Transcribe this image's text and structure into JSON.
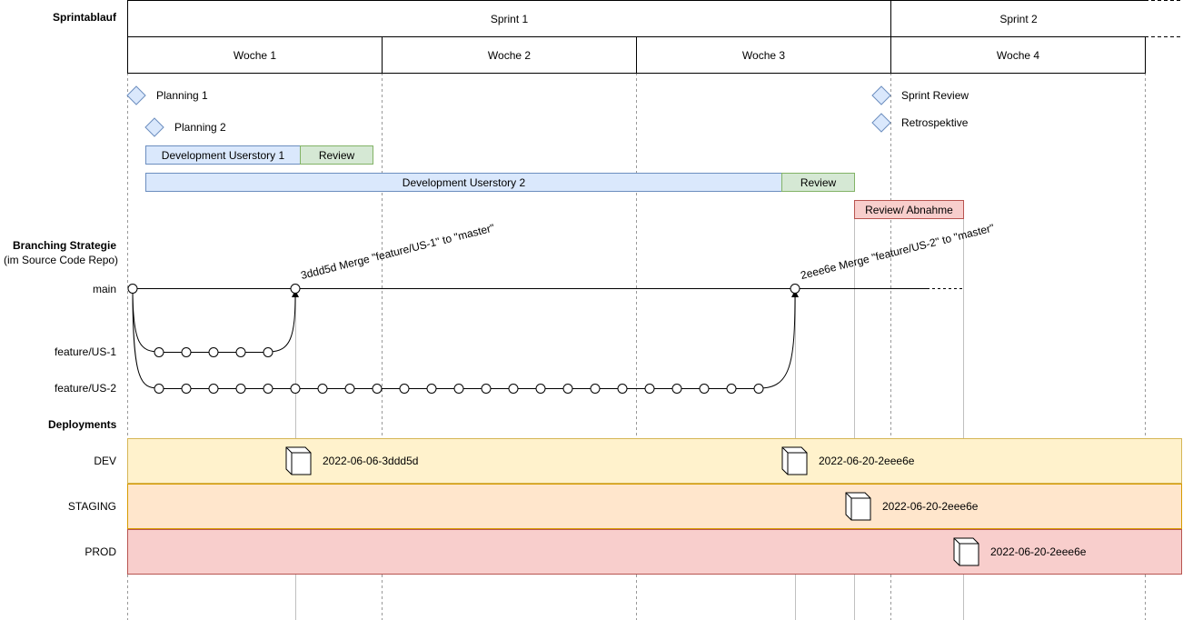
{
  "header": {
    "title": "Sprintablauf",
    "sprints": [
      "Sprint 1",
      "Sprint 2"
    ],
    "weeks": [
      "Woche 1",
      "Woche 2",
      "Woche 3",
      "Woche 4"
    ]
  },
  "events": {
    "planning1": "Planning 1",
    "planning2": "Planning 2",
    "sprint_review": "Sprint Review",
    "retro": "Retrospektive"
  },
  "tasks": {
    "dev_us1": "Development Userstory 1",
    "review1": "Review",
    "dev_us2": "Development Userstory 2",
    "review2": "Review",
    "abnahme": "Review/ Abnahme"
  },
  "branching": {
    "title": "Branching Strategie",
    "subtitle": "(im Source Code Repo)",
    "main": "main",
    "feature1": "feature/US-1",
    "feature2": "feature/US-2",
    "merge1": "3ddd5d Merge \"feature/US-1\" to \"master\"",
    "merge2": "2eee6e Merge \"feature/US-2\" to \"master\""
  },
  "deployments": {
    "title": "Deployments",
    "dev_label": "DEV",
    "staging_label": "STAGING",
    "prod_label": "PROD",
    "dev_deploy1": "2022-06-06-3ddd5d",
    "dev_deploy2": "2022-06-20-2eee6e",
    "staging_deploy": "2022-06-20-2eee6e",
    "prod_deploy": "2022-06-20-2eee6e",
    "colors": {
      "dev": "#fff2cc",
      "staging": "#ffe6cc",
      "prod": "#f8cecc"
    }
  }
}
